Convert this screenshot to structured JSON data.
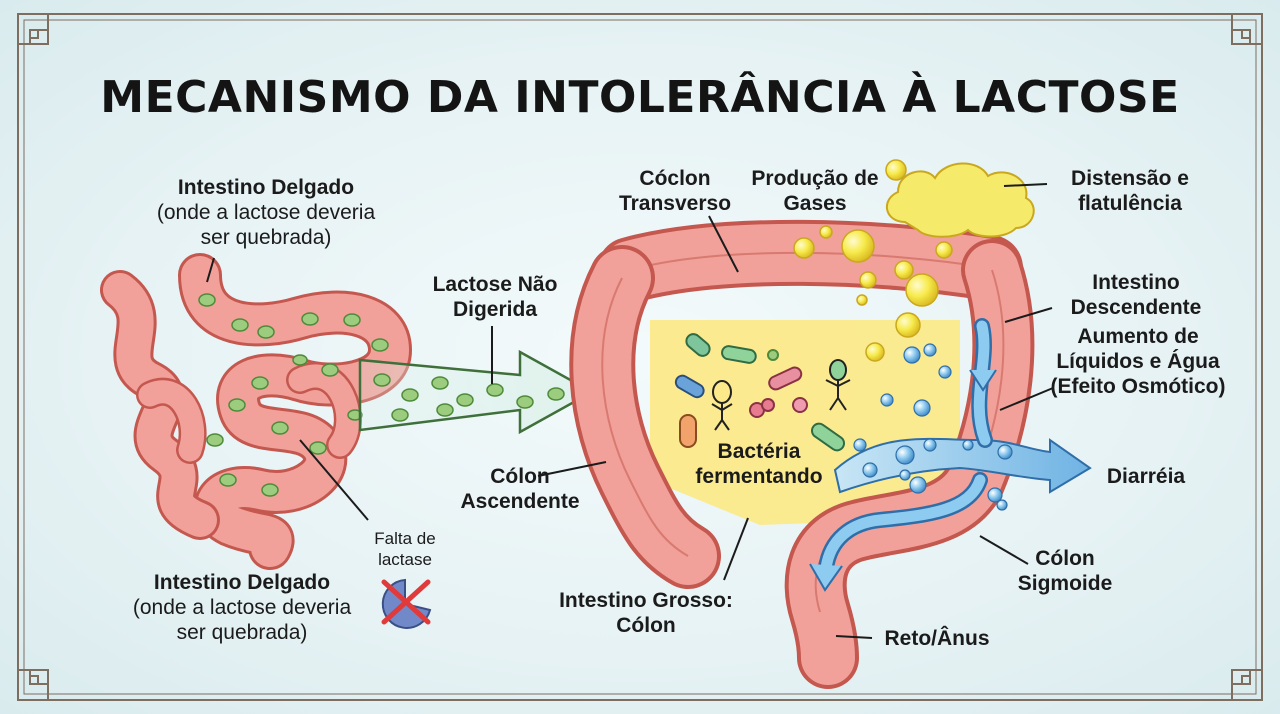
{
  "title": "MECANISMO DA INTOLERÂNCIA À LACTOSE",
  "labels": {
    "small_intestine_top_name": "Intestino Delgado",
    "small_intestine_top_note": "(onde a lactose deveria ser quebrada)",
    "small_intestine_bottom_name": "Intestino Delgado",
    "small_intestine_bottom_note": "(onde a lactose deveria ser quebrada)",
    "lactase_missing": "Falta de lactase",
    "undigested_lactose": "Lactose Não Digerida",
    "transverse_colon": "Cóclon Transverso",
    "gas_production": "Produção de Gases",
    "distension": "Distensão e flatulência",
    "descending_colon": "Intestino Descendente",
    "fluid_increase": "Aumento de Líquidos e Água (Efeito Osmótico)",
    "ascending_colon": "Cólon Ascendente",
    "bacteria": "Bactéria fermentando",
    "diarrhea": "Diarréia",
    "large_intestine": "Intestino Grosso: Cólon",
    "sigmoid_colon": "Cólon Sigmoide",
    "rectum": "Reto/Ânus"
  },
  "icons": [
    "lactase-enzyme-crossed-icon",
    "bacteria-icon",
    "gas-bubble-icon",
    "water-droplet-icon",
    "flow-arrow-icon"
  ],
  "colors": {
    "intestine": "#f1a19a",
    "intestine_outline": "#c4584f",
    "lactose": "#8cc46f",
    "fermentation": "#fbe98a",
    "gas": "#f5e64a",
    "water": "#7dbde8",
    "border": "#7d6e60"
  }
}
